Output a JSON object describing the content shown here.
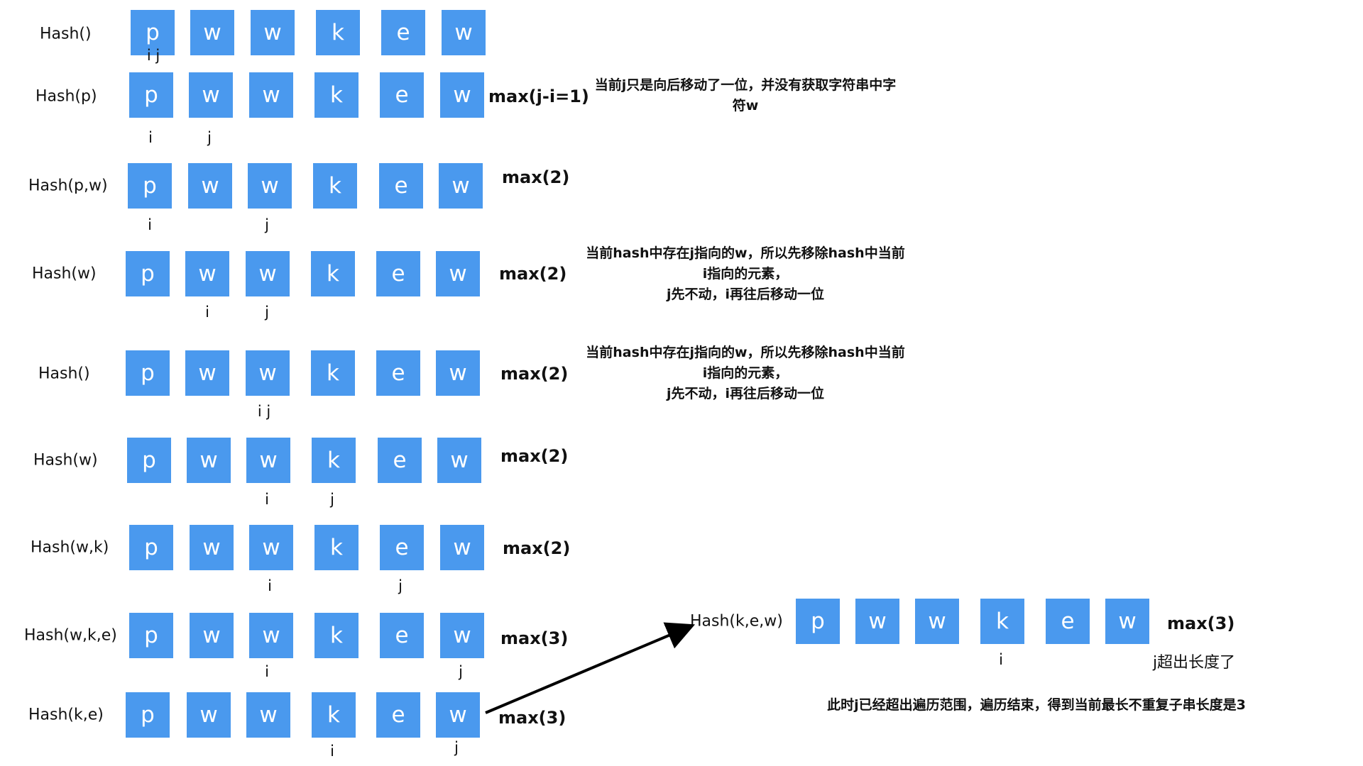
{
  "steps": [
    {
      "hash": "Hash()",
      "cells": [
        "p",
        "w",
        "w",
        "k",
        "e",
        "w"
      ],
      "pointers": "i j",
      "max": ""
    },
    {
      "hash": "Hash(p)",
      "cells": [
        "p",
        "w",
        "w",
        "k",
        "e",
        "w"
      ],
      "i": "i",
      "j": "j",
      "max": "max(j-i=1)"
    },
    {
      "hash": "Hash(p,w)",
      "cells": [
        "p",
        "w",
        "w",
        "k",
        "e",
        "w"
      ],
      "i": "i",
      "j": "j",
      "max": "max(2)"
    },
    {
      "hash": "Hash(w)",
      "cells": [
        "p",
        "w",
        "w",
        "k",
        "e",
        "w"
      ],
      "i": "i",
      "j": "j",
      "max": "max(2)"
    },
    {
      "hash": "Hash()",
      "cells": [
        "p",
        "w",
        "w",
        "k",
        "e",
        "w"
      ],
      "pointers": "i j",
      "max": "max(2)"
    },
    {
      "hash": "Hash(w)",
      "cells": [
        "p",
        "w",
        "w",
        "k",
        "e",
        "w"
      ],
      "i": "i",
      "j": "j",
      "max": "max(2)"
    },
    {
      "hash": "Hash(w,k)",
      "cells": [
        "p",
        "w",
        "w",
        "k",
        "e",
        "w"
      ],
      "i": "i",
      "j": "j",
      "max": "max(2)"
    },
    {
      "hash": "Hash(w,k,e)",
      "cells": [
        "p",
        "w",
        "w",
        "k",
        "e",
        "w"
      ],
      "i": "i",
      "j": "j",
      "max": "max(3)"
    },
    {
      "hash": "Hash(k,e)",
      "cells": [
        "p",
        "w",
        "w",
        "k",
        "e",
        "w"
      ],
      "i": "i",
      "j": "j",
      "max": "max(3)"
    }
  ],
  "final": {
    "hash": "Hash(k,e,w)",
    "cells": [
      "p",
      "w",
      "w",
      "k",
      "e",
      "w"
    ],
    "i": "i",
    "j_note": "j超出长度了",
    "max": "max(3)"
  },
  "notes": {
    "n1": "当前j只是向后移动了一位，并没有获取字符串中字\n符w",
    "n2": "当前hash中存在j指向的w，所以先移除hash中当前\ni指向的元素，\nj先不动，i再往后移动一位",
    "n3": "当前hash中存在j指向的w，所以先移除hash中当前\ni指向的元素，\nj先不动，i再往后移动一位",
    "n4": "此时j已经超出遍历范围，遍历结束，得到当前最长不重复子串长度是3"
  },
  "colors": {
    "cell": "#4a99ee",
    "cell_text": "#ffffff",
    "arrow": "#000000"
  }
}
